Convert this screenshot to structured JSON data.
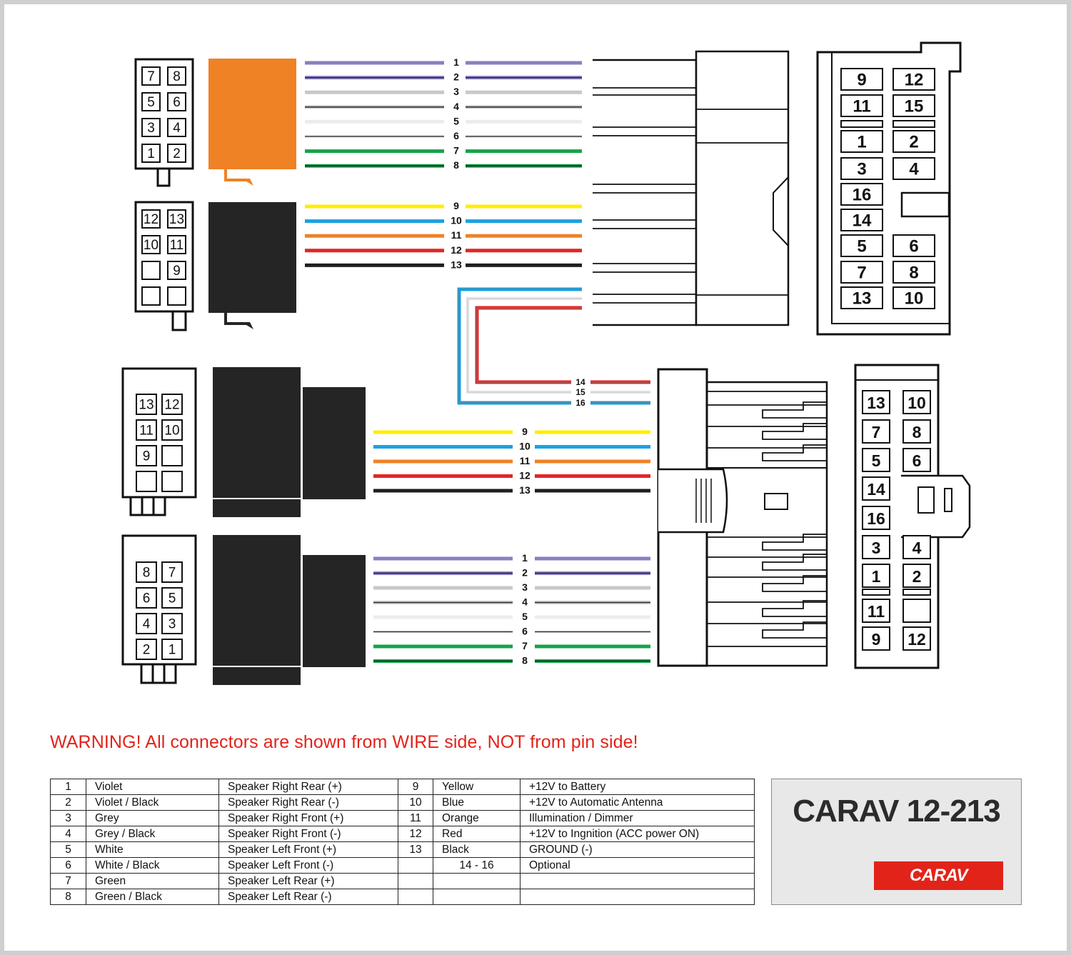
{
  "connector_pins": {
    "top_speaker_plug": [
      "7",
      "8",
      "5",
      "6",
      "3",
      "4",
      "1",
      "2"
    ],
    "top_power_plug": [
      "12",
      "13",
      "10",
      "11",
      "",
      "9",
      "",
      ""
    ],
    "top_vehicle_plug": [
      "9",
      "12",
      "11",
      "15",
      "1",
      "2",
      "3",
      "4",
      "16",
      "14",
      "5",
      "6",
      "7",
      "8",
      "13",
      "10"
    ],
    "bottom_power_plug": [
      "13",
      "12",
      "11",
      "10",
      "9",
      "",
      "",
      ""
    ],
    "bottom_speaker_plug": [
      "8",
      "7",
      "6",
      "5",
      "4",
      "3",
      "2",
      "1"
    ],
    "bottom_vehicle_plug": [
      "13",
      "10",
      "7",
      "8",
      "5",
      "6",
      "14",
      "16",
      "3",
      "4",
      "1",
      "2",
      "11",
      "",
      "9",
      "12"
    ]
  },
  "wire_numbers": {
    "top_speaker": [
      "1",
      "2",
      "3",
      "4",
      "5",
      "6",
      "7",
      "8"
    ],
    "top_power": [
      "9",
      "10",
      "11",
      "12",
      "13"
    ],
    "optional": [
      "14",
      "15",
      "16"
    ],
    "bottom_power": [
      "9",
      "10",
      "11",
      "12",
      "13"
    ],
    "bottom_speaker": [
      "1",
      "2",
      "3",
      "4",
      "5",
      "6",
      "7",
      "8"
    ]
  },
  "colors": {
    "violet": "#8b7fbf",
    "grey": "#c8c8c8",
    "white": "#ececec",
    "green": "#16a34a",
    "yellow": "#ffee00",
    "blue": "#1ba1e2",
    "orange": "#ef8224",
    "red": "#e32525",
    "black": "#1f1f1f",
    "orange_housing": "#ef8224",
    "black_housing": "#252525",
    "warning_red": "#e2231a"
  },
  "warning": "WARNING! All connectors are shown from WIRE side, NOT from pin side!",
  "legend_rows": [
    {
      "num": "1",
      "color": "Violet",
      "function": "Speaker Right Rear (+)",
      "num2": "9",
      "color2": "Yellow",
      "function2": "+12V to Battery"
    },
    {
      "num": "2",
      "color": "Violet / Black",
      "function": "Speaker Right Rear (-)",
      "num2": "10",
      "color2": "Blue",
      "function2": "+12V to Automatic Antenna"
    },
    {
      "num": "3",
      "color": "Grey",
      "function": "Speaker Right Front (+)",
      "num2": "11",
      "color2": "Orange",
      "function2": "Illumination / Dimmer"
    },
    {
      "num": "4",
      "color": "Grey / Black",
      "function": "Speaker Right Front (-)",
      "num2": "12",
      "color2": "Red",
      "function2": "+12V to Ingnition (ACC power ON)"
    },
    {
      "num": "5",
      "color": "White",
      "function": "Speaker Left Front (+)",
      "num2": "13",
      "color2": "Black",
      "function2": "GROUND (-)"
    },
    {
      "num": "6",
      "color": "White / Black",
      "function": "Speaker Left Front (-)",
      "num2": "",
      "color2": "14 - 16",
      "function2": "Optional"
    },
    {
      "num": "7",
      "color": "Green",
      "function": "Speaker Left Rear (+)",
      "num2": "",
      "color2": "",
      "function2": ""
    },
    {
      "num": "8",
      "color": "Green / Black",
      "function": "Speaker Left Rear (-)",
      "num2": "",
      "color2": "",
      "function2": ""
    }
  ],
  "model": "CARAV 12-213",
  "logo_text": "CARAV"
}
